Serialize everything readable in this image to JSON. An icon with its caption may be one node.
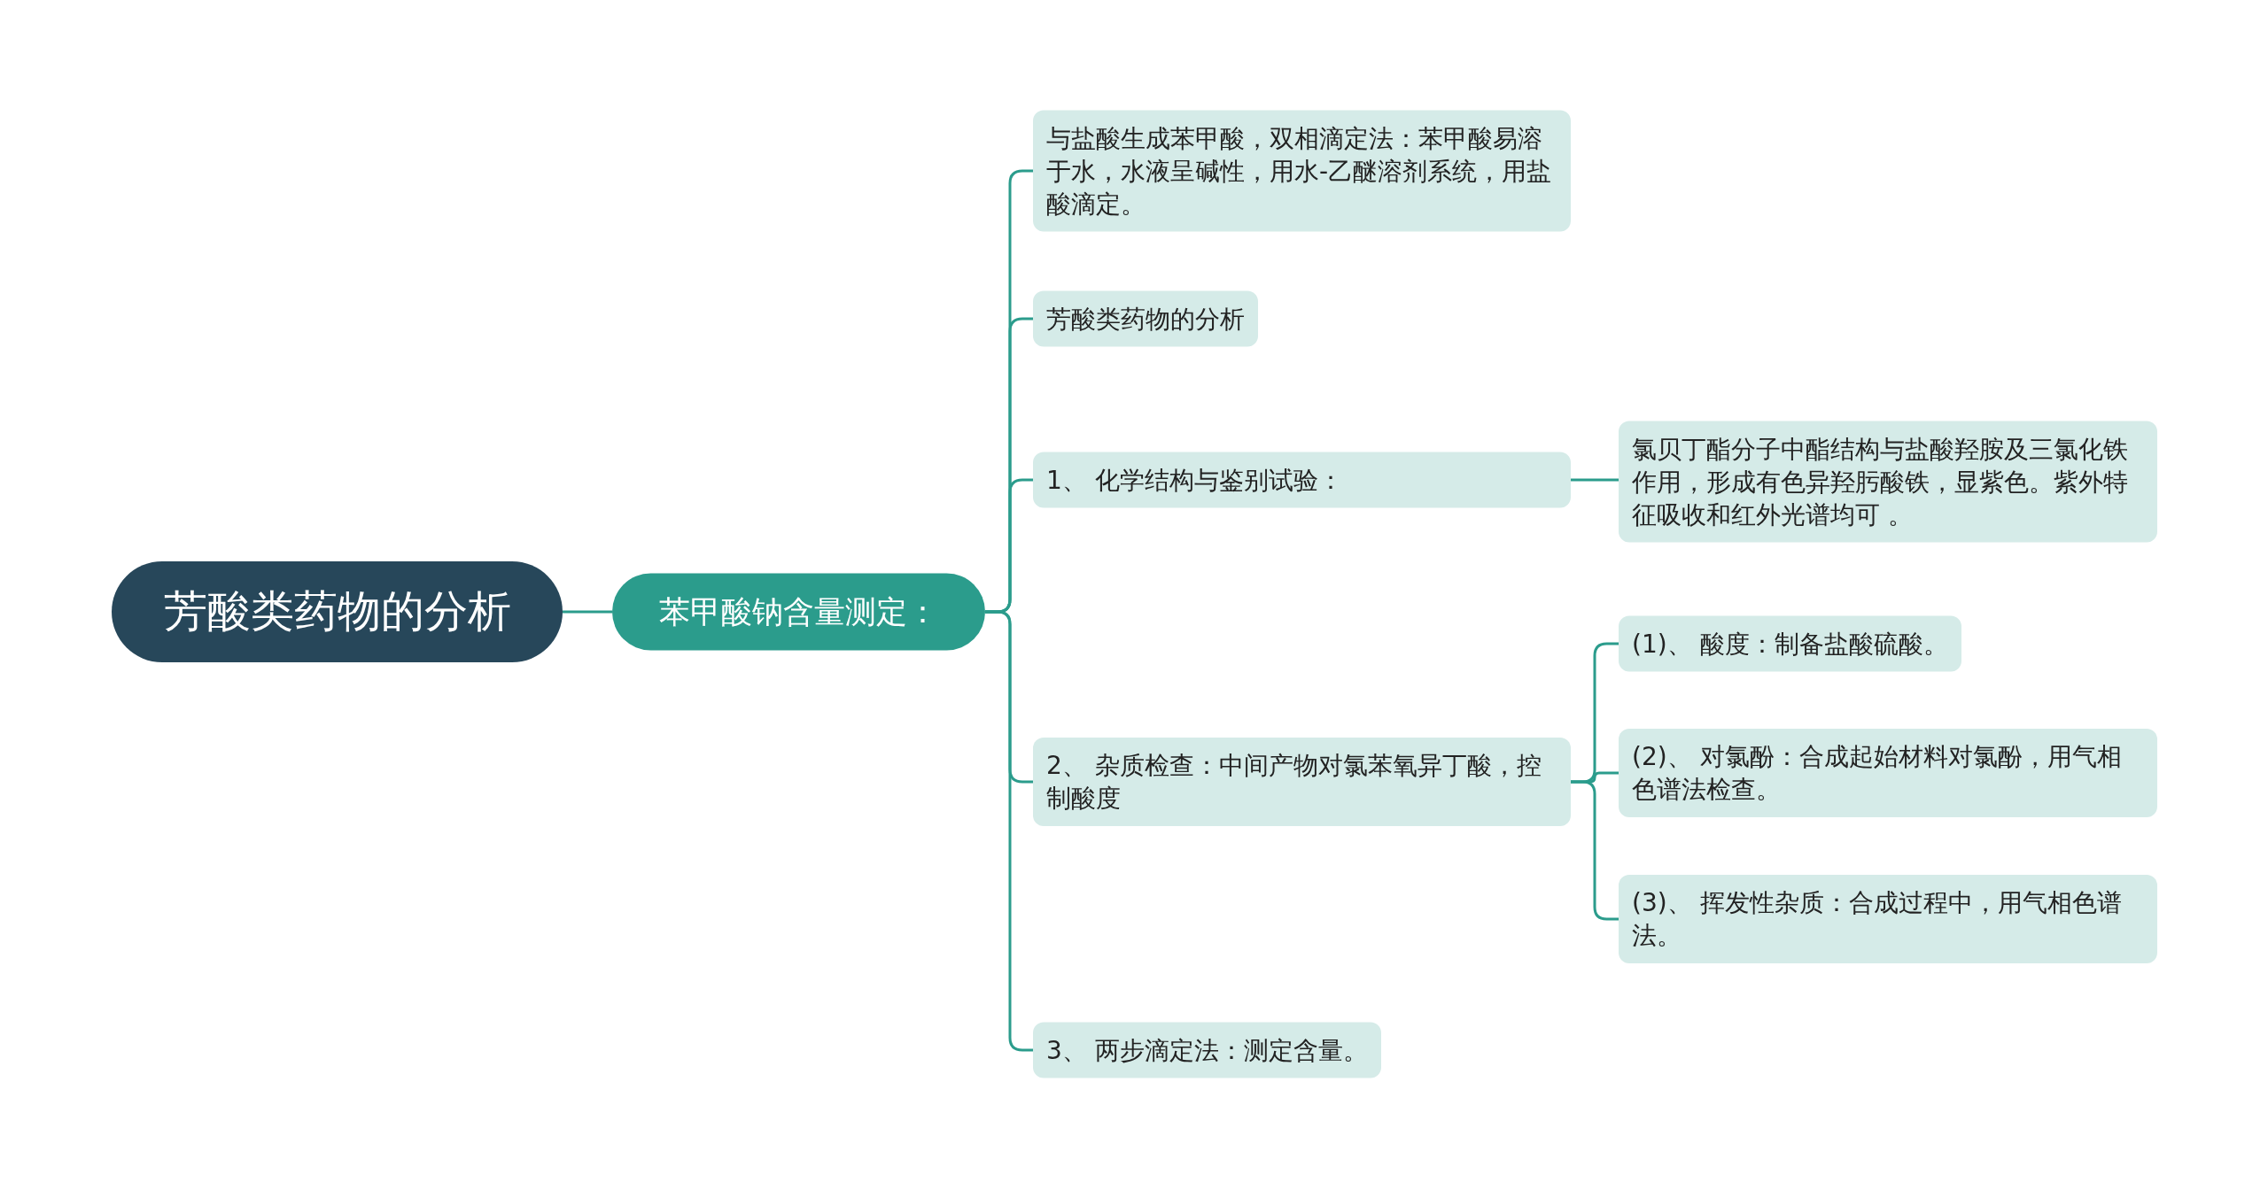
{
  "diagram": {
    "nodes": [
      {
        "text": [
          "芳酸类药物的分析"
        ]
      },
      {
        "text": [
          "苯甲酸钠含量测定："
        ]
      },
      {
        "text": [
          "与盐酸生成苯甲酸，双相滴定法：苯甲酸易溶于水，水液呈碱性，用水-乙醚溶剂系统，用盐酸滴定。"
        ]
      },
      {
        "text": [
          "芳酸类药物的分析"
        ]
      },
      {
        "text": [
          "1、 化学结构与鉴别试验："
        ]
      },
      {
        "text": [
          "2、 杂质检查：中间产物对氯苯氧异丁酸，控制酸度"
        ]
      },
      {
        "text": [
          "3、 两步滴定法：测定含量。"
        ]
      },
      {
        "text": [
          "氯贝丁酯分子中酯结构与盐酸羟胺及三氯化铁作用，形成有色异羟肟酸铁，显紫色。紫外特征吸收和红外光谱均可 。"
        ]
      },
      {
        "text": [
          "(1)、 酸度：制备盐酸硫酸。"
        ]
      },
      {
        "text": [
          "(2)、 对氯酚：合成起始材料对氯酚，用气相色谱法检查。"
        ]
      },
      {
        "text": [
          "(3)、 挥发性杂质：合成过程中，用气相色谱法。"
        ]
      }
    ],
    "edges": [
      {
        "from": 0,
        "to": 1,
        "arrow": "none"
      },
      {
        "from": 1,
        "to": 2,
        "arrow": "none"
      },
      {
        "from": 1,
        "to": 3,
        "arrow": "none"
      },
      {
        "from": 1,
        "to": 4,
        "arrow": "none"
      },
      {
        "from": 1,
        "to": 5,
        "arrow": "none"
      },
      {
        "from": 1,
        "to": 6,
        "arrow": "none"
      },
      {
        "from": 4,
        "to": 7,
        "arrow": "none"
      },
      {
        "from": 5,
        "to": 8,
        "arrow": "none"
      },
      {
        "from": 5,
        "to": 9,
        "arrow": "none"
      },
      {
        "from": 5,
        "to": 10,
        "arrow": "none"
      }
    ]
  }
}
